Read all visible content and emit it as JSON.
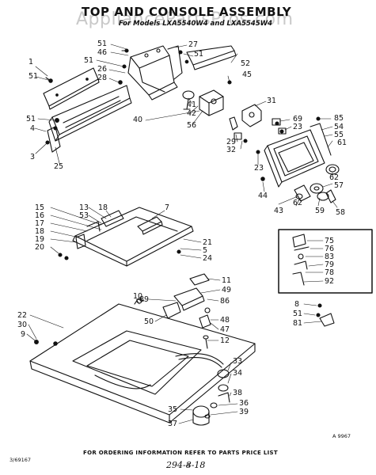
{
  "header": {
    "watermark": "AppliancePartsPros.com",
    "title": "TOP AND CONSOLE ASSEMBLY",
    "subtitle": "For Models LXA5540W4 and LXA5545W4"
  },
  "footer": {
    "ordering_note": "FOR ORDERING INFORMATION REFER TO PARTS PRICE LIST",
    "document_number": "3/69167",
    "page_number": "4",
    "handwritten_note": "294-8-18",
    "diagram_ref": "A 9967"
  },
  "callouts": [
    {
      "id": "c1",
      "text": "1"
    },
    {
      "id": "c51a",
      "text": "51"
    },
    {
      "id": "c51b",
      "text": "51"
    },
    {
      "id": "c46",
      "text": "46"
    },
    {
      "id": "c51c",
      "text": "51"
    },
    {
      "id": "c26",
      "text": "26"
    },
    {
      "id": "c28",
      "text": "28"
    },
    {
      "id": "c27",
      "text": "27"
    },
    {
      "id": "c51d",
      "text": "51"
    },
    {
      "id": "c52",
      "text": "52"
    },
    {
      "id": "c45",
      "text": "45"
    },
    {
      "id": "c41",
      "text": "41"
    },
    {
      "id": "c42",
      "text": "42"
    },
    {
      "id": "c40",
      "text": "40"
    },
    {
      "id": "c56",
      "text": "56"
    },
    {
      "id": "c31",
      "text": "31"
    },
    {
      "id": "c69",
      "text": "69"
    },
    {
      "id": "c23a",
      "text": "23"
    },
    {
      "id": "c29",
      "text": "29"
    },
    {
      "id": "c32",
      "text": "32"
    },
    {
      "id": "c23b",
      "text": "23"
    },
    {
      "id": "c85",
      "text": "85"
    },
    {
      "id": "c54",
      "text": "54"
    },
    {
      "id": "c55",
      "text": "55"
    },
    {
      "id": "c61",
      "text": "61"
    },
    {
      "id": "c62a",
      "text": "62"
    },
    {
      "id": "c57",
      "text": "57"
    },
    {
      "id": "c44",
      "text": "44"
    },
    {
      "id": "c62b",
      "text": "62"
    },
    {
      "id": "c43",
      "text": "43"
    },
    {
      "id": "c59",
      "text": "59"
    },
    {
      "id": "c58",
      "text": "58"
    },
    {
      "id": "c51e",
      "text": "51"
    },
    {
      "id": "c4",
      "text": "4"
    },
    {
      "id": "c3",
      "text": "3"
    },
    {
      "id": "c25",
      "text": "25"
    },
    {
      "id": "c15",
      "text": "15"
    },
    {
      "id": "c16",
      "text": "16"
    },
    {
      "id": "c17",
      "text": "17"
    },
    {
      "id": "c18a",
      "text": "18"
    },
    {
      "id": "c19",
      "text": "19"
    },
    {
      "id": "c20",
      "text": "20"
    },
    {
      "id": "c13",
      "text": "13"
    },
    {
      "id": "c53",
      "text": "53"
    },
    {
      "id": "c18b",
      "text": "18"
    },
    {
      "id": "c7",
      "text": "7"
    },
    {
      "id": "c21",
      "text": "21"
    },
    {
      "id": "c5",
      "text": "5"
    },
    {
      "id": "c24",
      "text": "24"
    },
    {
      "id": "c75",
      "text": "75"
    },
    {
      "id": "c76",
      "text": "76"
    },
    {
      "id": "c83",
      "text": "83"
    },
    {
      "id": "c79",
      "text": "79"
    },
    {
      "id": "c78",
      "text": "78"
    },
    {
      "id": "c92",
      "text": "92"
    },
    {
      "id": "c11",
      "text": "11"
    },
    {
      "id": "c49",
      "text": "49"
    },
    {
      "id": "c89",
      "text": "89"
    },
    {
      "id": "c86",
      "text": "86"
    },
    {
      "id": "c50",
      "text": "50"
    },
    {
      "id": "c48",
      "text": "48"
    },
    {
      "id": "c47",
      "text": "47"
    },
    {
      "id": "c12",
      "text": "12"
    },
    {
      "id": "c8",
      "text": "8"
    },
    {
      "id": "c51f",
      "text": "51"
    },
    {
      "id": "c81",
      "text": "81"
    },
    {
      "id": "c10",
      "text": "10"
    },
    {
      "id": "c22",
      "text": "22"
    },
    {
      "id": "c30",
      "text": "30"
    },
    {
      "id": "c9",
      "text": "9"
    },
    {
      "id": "c33",
      "text": "33"
    },
    {
      "id": "c34",
      "text": "34"
    },
    {
      "id": "c38",
      "text": "38"
    },
    {
      "id": "c35",
      "text": "35"
    },
    {
      "id": "c36",
      "text": "36"
    },
    {
      "id": "c39",
      "text": "39"
    },
    {
      "id": "c37",
      "text": "37"
    }
  ]
}
